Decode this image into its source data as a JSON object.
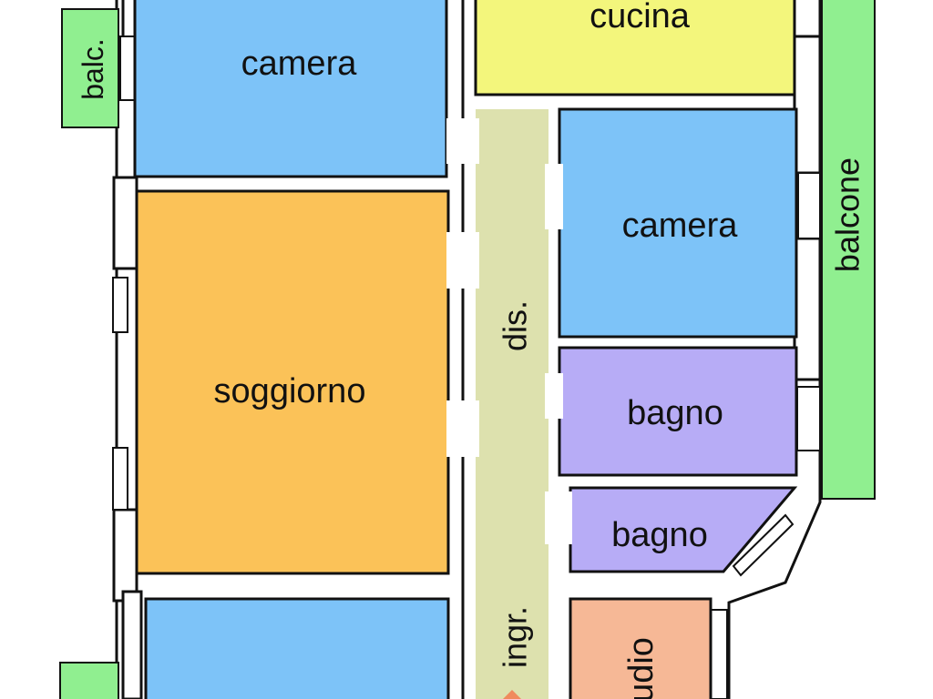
{
  "colors": {
    "wall": "#ffffff",
    "wall_outline": "#111111",
    "camera": "#7dc3f8",
    "cucina": "#f3f67c",
    "soggiorno": "#fbc258",
    "disimpegno": "#dde1ae",
    "bagno": "#b7acf6",
    "studio": "#f6b896",
    "balcone": "#90ef90",
    "entrance_marker": "#f08a5d"
  },
  "rooms": {
    "camera_top_left": "camera",
    "cucina": "cucina",
    "camera_right": "camera",
    "soggiorno": "soggiorno",
    "disimpegno": "dis.",
    "bagno_1": "bagno",
    "bagno_2": "bagno",
    "ingresso": "ingr.",
    "studio": "udio",
    "balcone_left": "balc.",
    "balcone_right": "balcone"
  }
}
